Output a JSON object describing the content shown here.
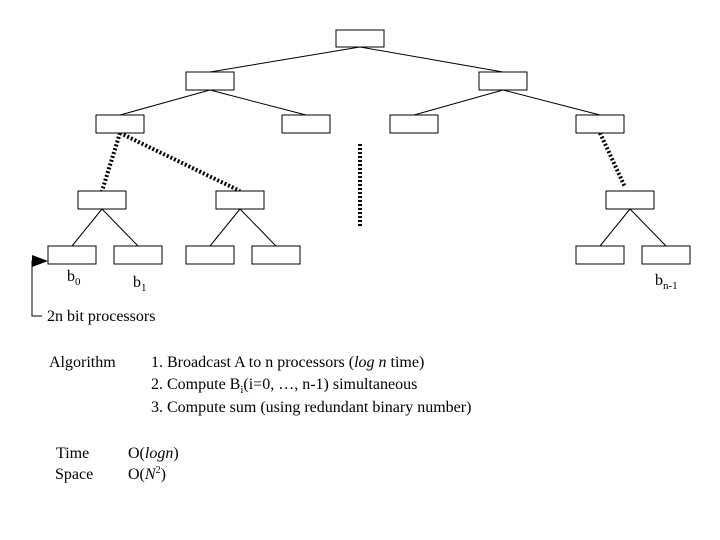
{
  "leaf_labels": {
    "b0": {
      "base": "b",
      "sub": "0"
    },
    "b1": {
      "base": "b",
      "sub": "1"
    },
    "bn1": {
      "base": "b",
      "sub": "n-1"
    }
  },
  "processors_label": "2n bit processors",
  "algorithm": {
    "label": "Algorithm",
    "steps": [
      {
        "pre": "1. Broadcast A to n processors (",
        "ital": "log n",
        "post": " time)"
      },
      {
        "pre": "2. Compute B",
        "sub": "i",
        "post": "(i=0, …, n-1) simultaneous"
      },
      {
        "pre": "3. Compute sum (using redundant binary number)"
      }
    ]
  },
  "complexity": {
    "time_label": "Time",
    "time_pre": "O(",
    "time_ital": "logn",
    "time_post": ")",
    "space_label": "Space",
    "space_pre": "O(",
    "space_ital": "N",
    "space_sup": "2",
    "space_post": ")"
  }
}
